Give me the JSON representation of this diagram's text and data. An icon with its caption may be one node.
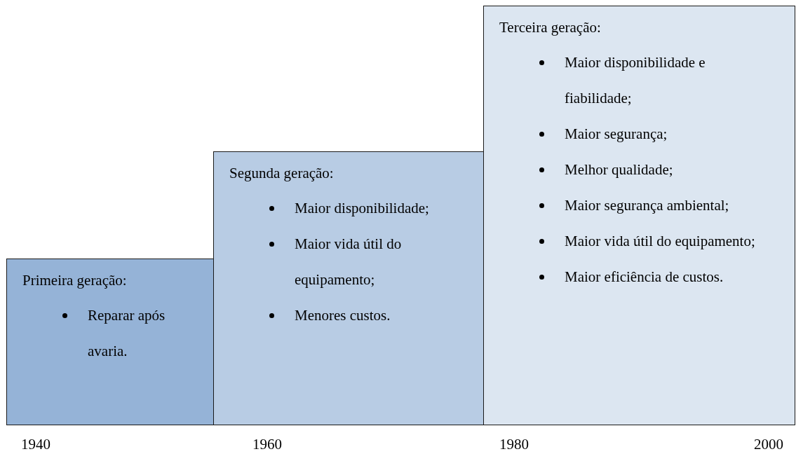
{
  "diagram": {
    "nodes": [
      {
        "text": [
          "Primeira geração:",
          "Reparar após avaria."
        ]
      },
      {
        "text": [
          "Segunda geração:",
          "Maior disponibilidade;",
          "Maior vida útil do equipamento;",
          "Menores custos."
        ]
      },
      {
        "text": [
          "Terceira geração:",
          "Maior disponibilidade e fiabilidade;",
          "Maior segurança;",
          "Melhor qualidade;",
          "Maior segurança ambiental;",
          "Maior vida útil do equipamento;",
          "Maior eficiência de custos."
        ]
      }
    ],
    "edges": [],
    "labels": [
      "1940",
      "1960",
      "1980",
      "2000"
    ]
  }
}
